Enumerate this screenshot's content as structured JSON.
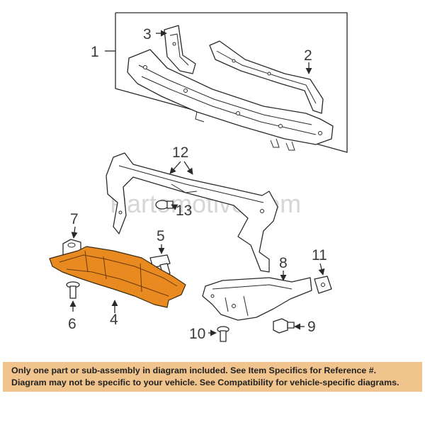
{
  "diagram": {
    "callouts": {
      "c1": "1",
      "c2": "2",
      "c3": "3",
      "c4": "4",
      "c5": "5",
      "c6": "6",
      "c7": "7",
      "c8": "8",
      "c9": "9",
      "c10": "10",
      "c11": "11",
      "c12": "12",
      "c13": "13"
    },
    "watermark": "Partomotive.com"
  },
  "colors": {
    "highlight_part": "#e88a20",
    "notice_background": "#f1c48d"
  },
  "notice": {
    "line1": "Only one part or sub-assembly in diagram included. See Item Specifics for Reference #.",
    "line2": "Diagram may not be specific to your vehicle. See Compatibility for vehicle-specific diagrams."
  }
}
